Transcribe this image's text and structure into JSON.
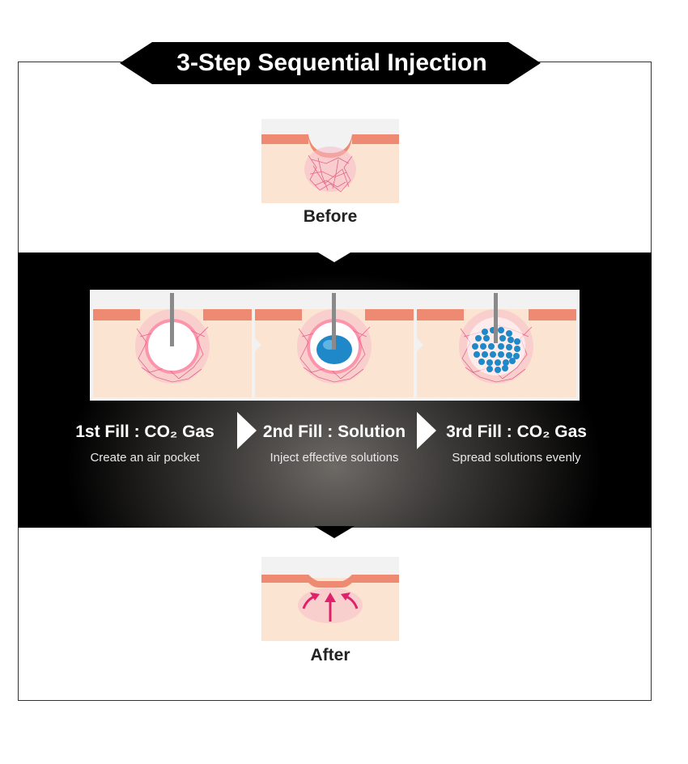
{
  "title": "3-Step Sequential Injection",
  "before_label": "Before",
  "after_label": "After",
  "steps": [
    {
      "title": "1st Fill : CO₂ Gas",
      "subtitle": "Create an air pocket"
    },
    {
      "title": "2nd Fill : Solution",
      "subtitle": "Inject effective solutions"
    },
    {
      "title": "3rd Fill : CO₂ Gas",
      "subtitle": "Spread solutions evenly"
    }
  ],
  "colors": {
    "skin": "#fbe4d2",
    "epidermis": "#ef8a72",
    "accent_pink": "#e0206a",
    "solution_blue": "#1e88c8"
  }
}
